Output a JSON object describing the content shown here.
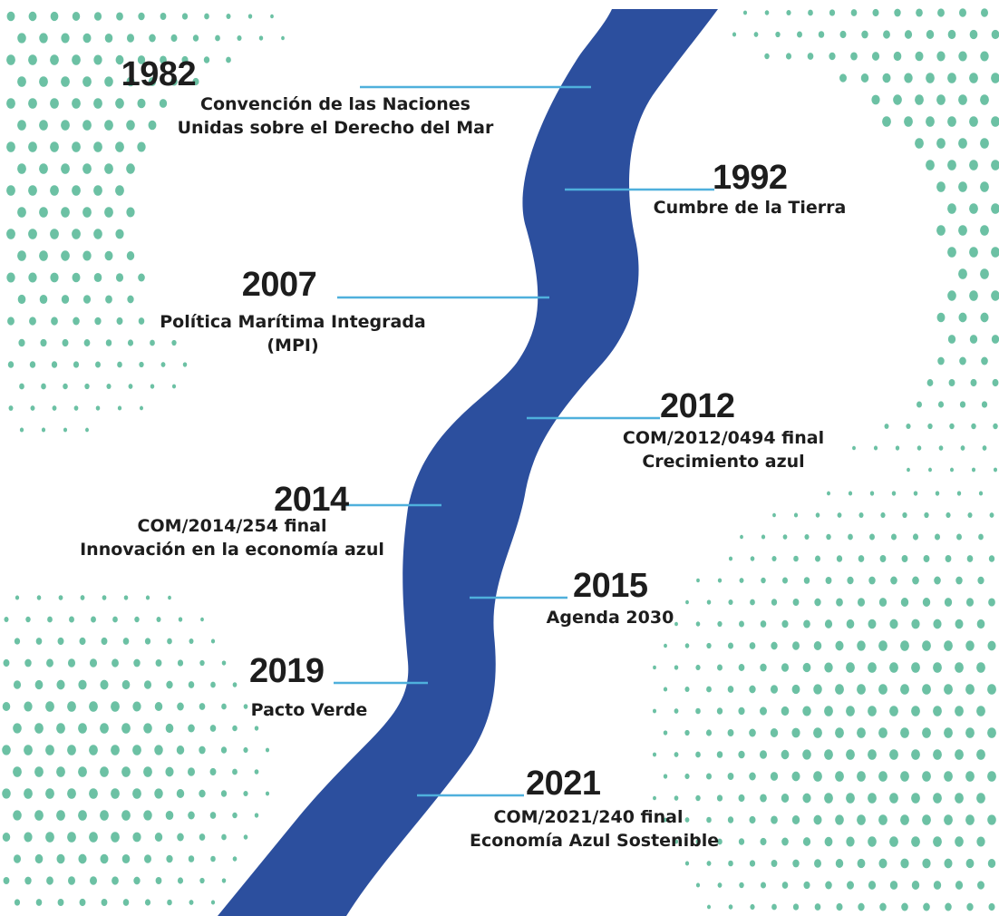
{
  "colors": {
    "river": "#2c4f9e",
    "connector": "#4fb0dc",
    "dots": "#6cc1a4",
    "text": "#1d1d1d"
  },
  "events": [
    {
      "year": "1982",
      "lines": [
        "Convención de las Naciones",
        "Unidas sobre el Derecho del Mar"
      ]
    },
    {
      "year": "1992",
      "lines": [
        "Cumbre de la Tierra"
      ]
    },
    {
      "year": "2007",
      "lines": [
        "Política Marítima Integrada",
        "(MPI)"
      ]
    },
    {
      "year": "2012",
      "lines": [
        "COM/2012/0494 final",
        "Crecimiento azul"
      ]
    },
    {
      "year": "2014",
      "lines": [
        "COM/2014/254 final",
        "Innovación en la economía azul"
      ]
    },
    {
      "year": "2015",
      "lines": [
        "Agenda 2030"
      ]
    },
    {
      "year": "2019",
      "lines": [
        "Pacto Verde"
      ]
    },
    {
      "year": "2021",
      "lines": [
        "COM/2021/240 final",
        "Economía Azul Sostenible"
      ]
    }
  ]
}
